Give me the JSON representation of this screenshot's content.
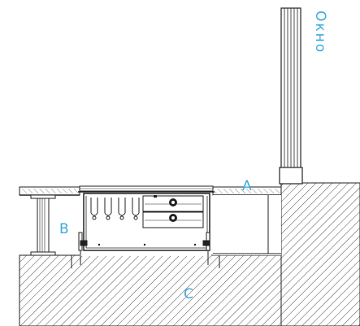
{
  "labels": {
    "window": "Окно",
    "a": "A",
    "b": "B",
    "c": "C"
  },
  "colors": {
    "line": "#222222",
    "label": "#3fa9de",
    "background": "#ffffff"
  }
}
